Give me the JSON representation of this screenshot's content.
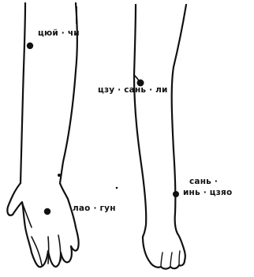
{
  "points": {
    "arm_upper": {
      "label": "цюй · чи"
    },
    "leg_knee": {
      "label": "цзу · сань · ли"
    },
    "hand_palm": {
      "label": "лао · гун"
    },
    "leg_ankle": {
      "label_line1": "сань ·",
      "label_line2": "инь · цзяо"
    }
  },
  "colors": {
    "ink": "#111111",
    "paper": "#ffffff"
  }
}
